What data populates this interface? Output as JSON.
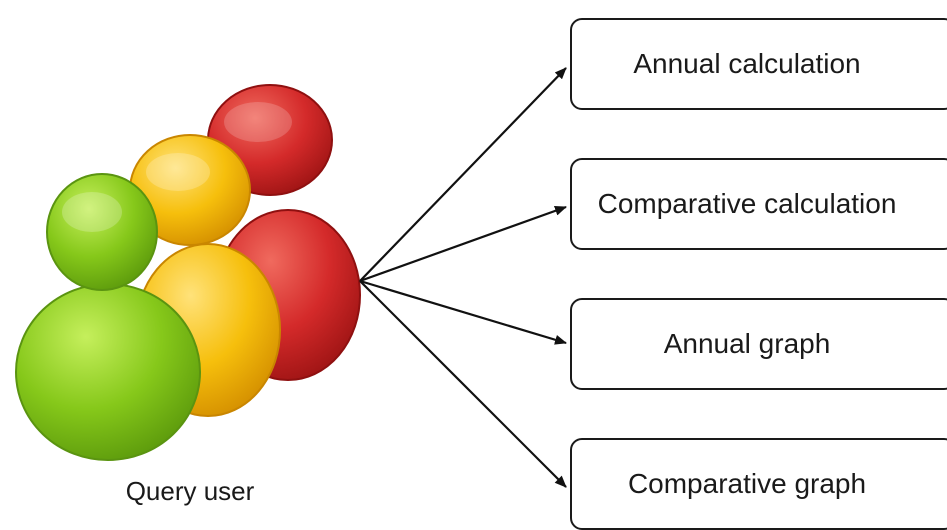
{
  "actor": {
    "label": "Query user",
    "icon": "users-group-icon",
    "colors": {
      "red": "#d42a2a",
      "yellow": "#f6bf0c",
      "green": "#86c81a"
    }
  },
  "targets": [
    {
      "label": "Annual calculation"
    },
    {
      "label": "Comparative calculation"
    },
    {
      "label": "Annual graph"
    },
    {
      "label": "Comparative graph"
    }
  ],
  "connector": {
    "style": "arrow",
    "color": "#111111"
  }
}
